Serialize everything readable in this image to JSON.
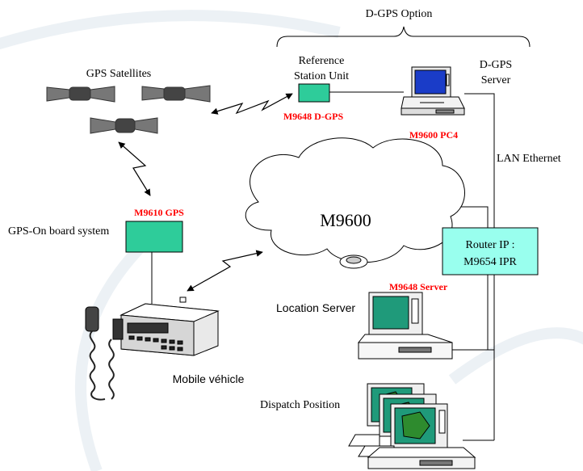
{
  "diagram": {
    "dgps_option_label": "D-GPS Option",
    "gps_satellites_label": "GPS Satellites",
    "reference_station_line1": "Reference",
    "reference_station_line2": "Station Unit",
    "dgps_server_line1": "D-GPS",
    "dgps_server_line2": "Server",
    "m9648_dgps_label": "M9648  D-GPS",
    "m9600_pc4_label": "M9600 PC4",
    "lan_ethernet_label": "LAN Ethernet",
    "m9610_gps_label": "M9610  GPS",
    "gps_onboard_label": "GPS-On board system",
    "network_label": "M9600",
    "router_line1": "Router IP :",
    "router_line2": "M9654 IPR",
    "m9648_server_label": "M9648 Server",
    "location_server_label": "Location Server",
    "mobile_vehicle_label": "Mobile véhicle",
    "dispatch_position_label": "Dispatch Position"
  },
  "colors": {
    "red_label": "#ff0000",
    "teal_box": "#2ecc9a",
    "router_box": "#99ffee",
    "monitor_blue": "#1a3cc8",
    "monitor_teal": "#1f9a7a",
    "map_green": "#2e8b2e"
  }
}
